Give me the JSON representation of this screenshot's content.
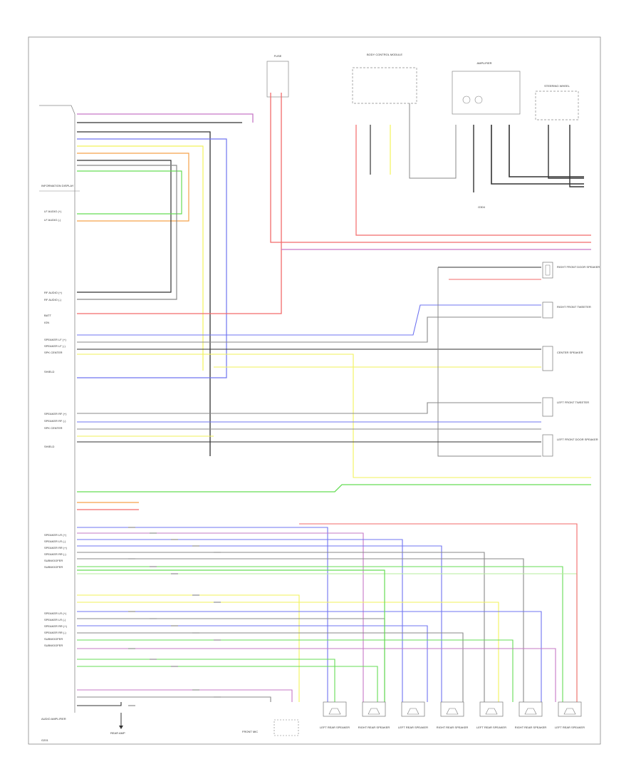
{
  "colors": {
    "frame": "#777777",
    "red": "#f26a6a",
    "violet": "#c678c6",
    "green": "#66dd55",
    "blue": "#6f74f0",
    "orange": "#f5a24a",
    "yellow": "#f2f25a",
    "gray": "#888888",
    "black": "#333333",
    "lightgreen": "#b6ee9c"
  },
  "top_labels": {
    "fuse": "FUSE",
    "body_ctrl": "BODY CONTROL MODULE",
    "amp": "AMPLIFIER",
    "steering": "STEERING WHEEL",
    "ground": "G304"
  },
  "left_labels": {
    "module_title": "INFORMATION DISPLAY",
    "lf_audio_a": "LF AUDIO (+)",
    "lf_audio_b": "LF AUDIO (-)",
    "rf_audio_a": "RF AUDIO (+)",
    "rf_audio_b": "RF AUDIO (-)",
    "batt": "BATT",
    "ign": "IGN",
    "spk_lf1": "SPEAKER LF (+)",
    "spk_lf2": "SPEAKER LF (-)",
    "spk_ctr": "SPK CENTER",
    "spk_rf1": "SPEAKER RF (+)",
    "spk_rf2": "SPEAKER RF (-)",
    "spk_rctr": "SPK CENTER",
    "shield1": "SHIELD",
    "shield2": "SHIELD",
    "amp_out1": "SPEAKER LR (+)",
    "amp_out2": "SPEAKER LR (-)",
    "amp_out3": "SPEAKER RR (+)",
    "amp_out4": "SPEAKER RR (-)",
    "amp_out5": "SUBWOOFER",
    "amp_out6": "SUBWOOFER",
    "amp_out7": "SPEAKER LR (+)",
    "amp_out8": "SPEAKER LR (-)",
    "amp_out9": "SPEAKER RR (+)",
    "amp_out10": "SPEAKER RR (-)",
    "amp_out11": "SUBWOOFER",
    "amp_out12": "SUBWOOFER",
    "amp_module": "AUDIO AMPLIFIER",
    "ground_bottom": "G201"
  },
  "right_labels": {
    "sp1": "RIGHT FRONT DOOR SPEAKER",
    "sp2": "RIGHT FRONT TWEETER",
    "sp3": "CENTER SPEAKER",
    "sp4": "LEFT FRONT TWEETER",
    "sp5": "LEFT FRONT DOOR SPEAKER"
  },
  "bottom_labels": {
    "b1": "LEFT REAR SPEAKER",
    "b2": "RIGHT REAR SPEAKER",
    "b3": "LEFT REAR SPEAKER",
    "b4": "RIGHT REAR SPEAKER",
    "b5": "LEFT REAR SPEAKER",
    "b6": "RIGHT REAR SPEAKER",
    "b7": "LEFT REAR SPEAKER",
    "front_mic": "FRONT MIC",
    "rear_amp": "REAR AMP"
  }
}
